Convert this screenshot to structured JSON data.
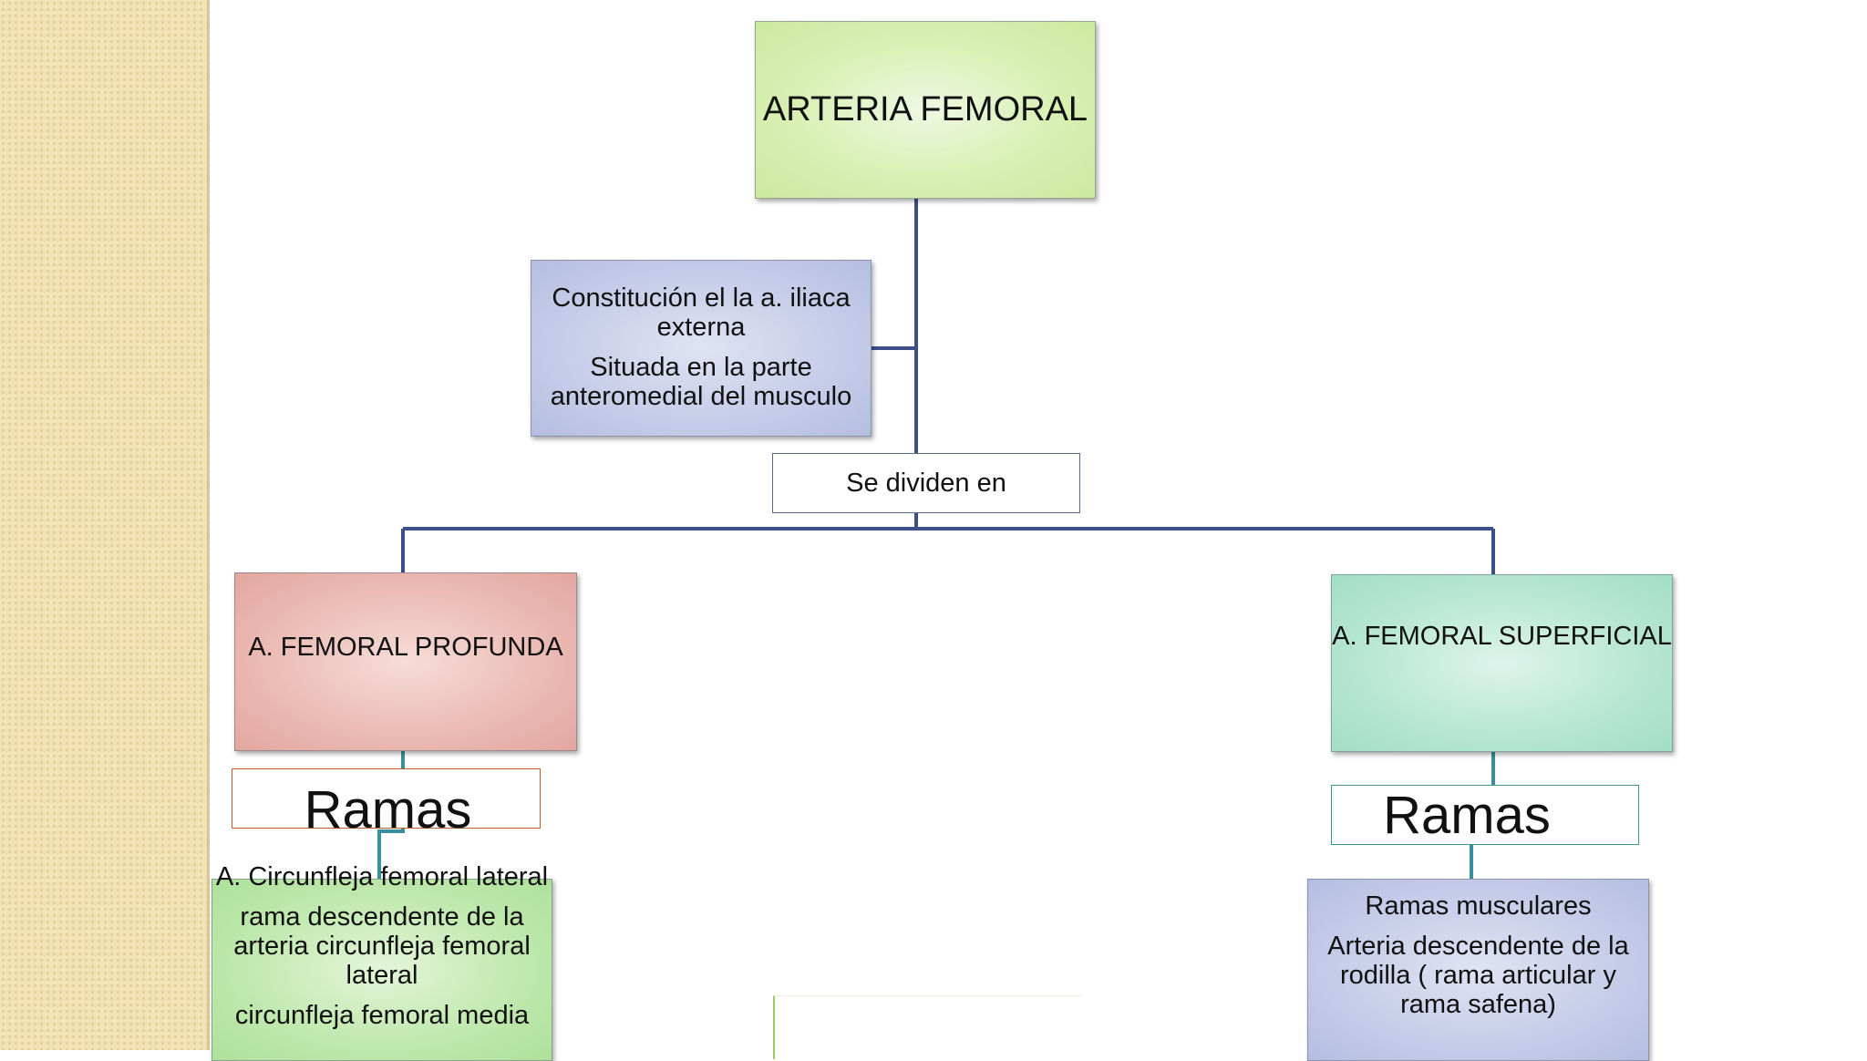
{
  "diagram": {
    "title": "ARTERIA FEMORAL",
    "description": {
      "line1": "Constitución el la a. iliaca externa",
      "line2": "Situada en la parte anteromedial  del musculo"
    },
    "divide_label": "Se dividen en",
    "left_branch": {
      "title": "A. FEMORAL  PROFUNDA",
      "ramas_label": "Ramas",
      "items": [
        "A. Circunfleja femoral lateral",
        "rama descendente de la arteria circunfleja femoral lateral",
        "circunfleja femoral media"
      ]
    },
    "right_branch": {
      "title": "A. FEMORAL SUPERFICIAL",
      "ramas_label": "Ramas",
      "items": [
        "Ramas musculares",
        "Arteria descendente de la rodilla ( rama articular y rama safena)"
      ]
    },
    "colors": {
      "connector": "#3d4f8a",
      "branch_connector": "#3a8f9c",
      "title_fill": "#d8f0b3",
      "profunda_fill": "#ebbab3",
      "superficial_fill": "#b6e6d2",
      "list_blue_fill": "#c6cce8",
      "list_green_fill": "#bfe8ad"
    }
  }
}
